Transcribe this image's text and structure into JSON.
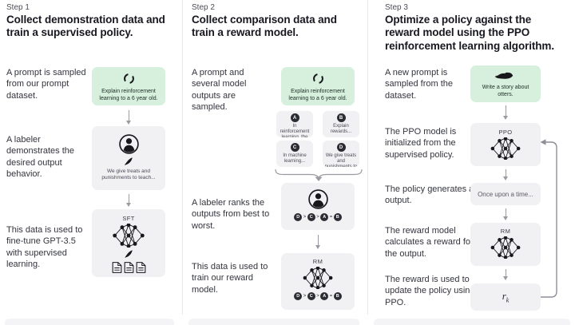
{
  "colors": {
    "prompt_box_bg": "#d7efdd",
    "panel_box_bg": "#f1f1f3",
    "text_dark": "#202123",
    "arrow_gray": "#9a9aa2"
  },
  "icons": {
    "cycle_icon": "segmented-circle-refresh",
    "labeler_icon": "person-in-circle",
    "quill_icon": "quill-pen",
    "network_icon": "neural-network-nodes",
    "documents_icon": "three-documents",
    "otter_icon": "otter-silhouette"
  },
  "step1": {
    "label": "Step 1",
    "title": "Collect demonstration data and train a supervised policy.",
    "annotation_prompt": "A prompt is sampled from our prompt dataset.",
    "annotation_labeler": "A labeler demonstrates the desired output behavior.",
    "annotation_train": "This data is used to fine-tune GPT-3.5 with supervised learning.",
    "prompt_text": "Explain reinforcement learning to a 6 year old.",
    "labeler_caption": "We give treats and punishments to teach...",
    "model_label": "SFT"
  },
  "step2": {
    "label": "Step 2",
    "title": "Collect comparison data and train a reward model.",
    "annotation_prompt": "A prompt and several model outputs are sampled.",
    "annotation_rank": "A labeler ranks the outputs from best to worst.",
    "annotation_train": "This data is used to train our reward model.",
    "prompt_text": "Explain reinforcement learning to a 6 year old.",
    "outputs": [
      {
        "label": "A",
        "text": "In reinforcement learning, the agent is..."
      },
      {
        "label": "B",
        "text": "Explain rewards..."
      },
      {
        "label": "C",
        "text": "In machine learning..."
      },
      {
        "label": "D",
        "text": "We give treats and punishments to teach..."
      }
    ],
    "ranking": [
      "D",
      "C",
      "A",
      "B"
    ],
    "ranking_separators": [
      ">",
      ">",
      "="
    ],
    "model_label": "RM"
  },
  "step3": {
    "label": "Step 3",
    "title": "Optimize a policy against the reward model using the PPO reinforcement learning algorithm.",
    "annotation_prompt": "A new prompt is sampled from the dataset.",
    "annotation_init": "The PPO model is initialized from the supervised policy.",
    "annotation_output": "The policy generates an output.",
    "annotation_reward": "The reward model calculates a reward for the output.",
    "annotation_update": "The reward is used to update the policy using PPO.",
    "prompt_text": "Write a story about otters.",
    "ppo_label": "PPO",
    "output_text": "Once upon a time...",
    "rm_label": "RM",
    "reward_base": "r",
    "reward_sub": "k"
  }
}
